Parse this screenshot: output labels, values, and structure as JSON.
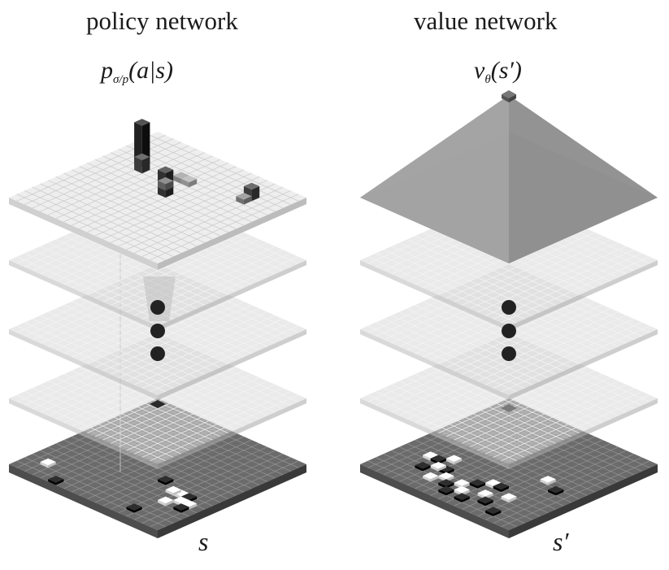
{
  "policy_network": {
    "title": "policy network",
    "output_label": {
      "p": "p",
      "subscript": "σ/p",
      "args": "(a|s)"
    },
    "input_label": "s"
  },
  "value_network": {
    "title": "value network",
    "output_label": {
      "v": "v",
      "subscript": "θ",
      "args": "(s′)"
    },
    "input_label": "s′"
  },
  "colors": {
    "board": "#6b6b6b",
    "hidden_layer": "#d8d8d8",
    "output_plane": "#eeeeee",
    "stone_black": "#151515",
    "stone_white": "#ececec",
    "bar": "#3a3a3a",
    "dot": "#222222"
  }
}
